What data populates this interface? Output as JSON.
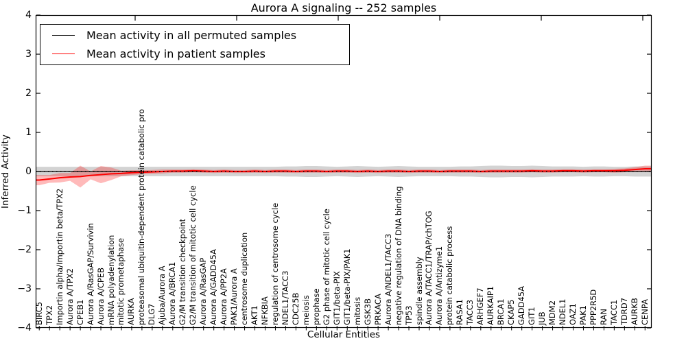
{
  "chart_data": {
    "type": "line",
    "title": "Aurora A signaling -- 252 samples",
    "xlabel": "Cellular Entities",
    "ylabel": "Inferred Activity",
    "ylim": [
      -4,
      4
    ],
    "yticks": [
      4,
      3,
      2,
      1,
      0,
      -1,
      -2,
      -3,
      -4
    ],
    "ytick_labels": [
      "4",
      "3",
      "2",
      "1",
      "0",
      "−1",
      "−2",
      "−3",
      "−4"
    ],
    "grid": false,
    "legend_position": "upper left",
    "categories": [
      "BIRC5",
      "TPX2",
      "Importin alpha/Importin beta/TPX2",
      "Aurora A/TPX2",
      "CPEB1",
      "Aurora A/RasGAP/Survivin",
      "Aurora A/CPEB",
      "mRNA polyadenylation",
      "mitotic prometaphase",
      "AURKA",
      "proteasomal ubiquitin-dependent protein catabolic pro",
      "DLG7",
      "Ajuba/Aurora A",
      "Aurora A/BRCA1",
      "G2/M transition checkpoint",
      "G2/M transition of mitotic cell cycle",
      "Aurora A/RasGAP",
      "Aurora A/GADD45A",
      "Aurora A/PP2A",
      "PAK1/Aurora A",
      "centrosome duplication",
      "AKT1",
      "NFKBIA",
      "regulation of centrosome cycle",
      "NDEL1/TACC3",
      "CDC25B",
      "meiosis",
      "prophase",
      "G2 phase of mitotic cell cycle",
      "GIT1/beta-PIX",
      "GIT1/beta-PIX/PAK1",
      "mitosis",
      "GSK3B",
      "PRKACA",
      "Aurora A/NDEL1/TACC3",
      "negative regulation of DNA binding",
      "TP53",
      "spindle assembly",
      "Aurora A/TACC1/TRAP/chTOG",
      "Aurora A/Antizyme1",
      "protein catabolic process",
      "RASA1",
      "TACC3",
      "ARHGEF7",
      "AURKAIP1",
      "BRCA1",
      "CKAP5",
      "GADD45A",
      "GIT1",
      "JUB",
      "MDM2",
      "NDEL1",
      "OAZ1",
      "PAK1",
      "PPP2R5D",
      "RAN",
      "TACC1",
      "TDRD7",
      "AURKB",
      "CENPA"
    ],
    "series": [
      {
        "name": "Mean activity in all permuted samples",
        "color": "#000000",
        "band_color": "rgba(110,110,110,0.30)",
        "values": [
          0,
          0,
          0,
          0,
          0,
          0,
          0,
          0,
          0,
          0,
          0,
          0,
          0,
          0,
          0,
          0,
          0,
          0,
          0,
          0,
          0,
          0,
          0,
          0,
          0,
          0,
          0,
          0,
          0,
          0,
          0,
          0,
          0,
          0,
          0,
          0,
          0,
          0,
          0,
          0,
          0,
          0,
          0,
          0,
          0,
          0,
          0,
          0,
          0,
          0,
          0,
          0,
          0,
          0,
          0,
          0,
          0,
          0,
          0,
          0
        ],
        "band": [
          0.12,
          0.12,
          0.12,
          0.12,
          0.12,
          0.12,
          0.12,
          0.12,
          0.12,
          0.12,
          0.12,
          0.12,
          0.12,
          0.12,
          0.12,
          0.12,
          0.12,
          0.12,
          0.12,
          0.12,
          0.12,
          0.12,
          0.12,
          0.12,
          0.13,
          0.13,
          0.14,
          0.14,
          0.13,
          0.12,
          0.13,
          0.14,
          0.13,
          0.12,
          0.13,
          0.14,
          0.13,
          0.12,
          0.12,
          0.12,
          0.12,
          0.13,
          0.13,
          0.14,
          0.15,
          0.15,
          0.14,
          0.14,
          0.15,
          0.14,
          0.13,
          0.13,
          0.13,
          0.12,
          0.13,
          0.13,
          0.12,
          0.12,
          0.13,
          0.13
        ]
      },
      {
        "name": "Mean activity in patient samples",
        "color": "#ff0000",
        "band_color": "rgba(255,0,0,0.27)",
        "values": [
          -0.22,
          -0.19,
          -0.16,
          -0.14,
          -0.13,
          -0.1,
          -0.08,
          -0.06,
          -0.05,
          -0.03,
          -0.02,
          -0.01,
          0.0,
          0.01,
          0.01,
          0.02,
          0.01,
          0.0,
          0.01,
          0.0,
          0.0,
          0.01,
          0.0,
          0.01,
          0.01,
          0.0,
          0.01,
          0.01,
          0.0,
          0.01,
          0.01,
          0.0,
          0.01,
          0.0,
          0.01,
          0.01,
          0.0,
          0.01,
          0.01,
          0.0,
          0.01,
          0.01,
          0.01,
          0.0,
          0.01,
          0.01,
          0.01,
          0.01,
          0.02,
          0.01,
          0.01,
          0.02,
          0.02,
          0.01,
          0.02,
          0.02,
          0.02,
          0.03,
          0.05,
          0.07
        ],
        "band": [
          0.13,
          0.1,
          0.12,
          0.1,
          0.28,
          0.1,
          0.22,
          0.16,
          0.07,
          0.06,
          0.05,
          0.05,
          0.05,
          0.04,
          0.04,
          0.04,
          0.04,
          0.04,
          0.04,
          0.04,
          0.04,
          0.04,
          0.04,
          0.04,
          0.04,
          0.04,
          0.04,
          0.04,
          0.04,
          0.04,
          0.04,
          0.04,
          0.04,
          0.04,
          0.04,
          0.04,
          0.04,
          0.04,
          0.04,
          0.04,
          0.04,
          0.04,
          0.04,
          0.04,
          0.04,
          0.04,
          0.04,
          0.04,
          0.04,
          0.04,
          0.04,
          0.04,
          0.04,
          0.04,
          0.04,
          0.04,
          0.05,
          0.05,
          0.06,
          0.08
        ]
      }
    ]
  }
}
